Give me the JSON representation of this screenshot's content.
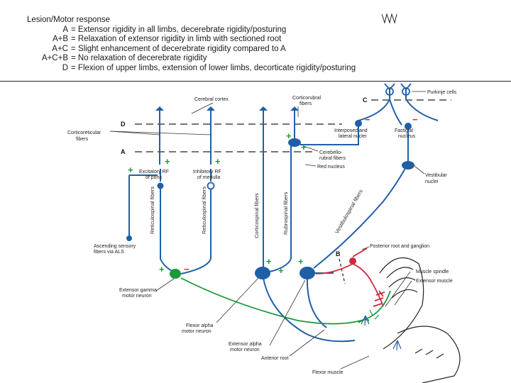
{
  "legend": {
    "title": "Lesion/Motor response",
    "items": [
      {
        "key": "A",
        "text": "Extensor rigidity in all limbs, decerebrate rigidity/posturing"
      },
      {
        "key": "A+B",
        "text": "Relaxation of extensor rigidity in limb with sectioned root"
      },
      {
        "key": "A+C",
        "text": "Slight enhancement of decerebrate rigidity compared to A"
      },
      {
        "key": "A+C+B",
        "text": "No relaxation of decerebrate rigidity"
      },
      {
        "key": "D",
        "text": "Flexion of upper limbs, extension of lower limbs, decorticate rigidity/posturing"
      }
    ],
    "separator": "="
  },
  "lesions": {
    "a": "A",
    "b": "B",
    "c": "C",
    "d": "D"
  },
  "labels": {
    "cerebral_cortex": "Cerebral cortex",
    "corticorubral_1": "Corticorubral",
    "corticorubral_2": "fibers",
    "purkinje": "Purkinje cells",
    "corticoreticular_1": "Corticoreticular",
    "corticoreticular_2": "fibers",
    "interposed_1": "Interposed and",
    "interposed_2": "lateral nuclei",
    "fastigial_1": "Fastigial",
    "fastigial_2": "nucleus",
    "cerebellorubral_1": "Cerebello-",
    "cerebellorubral_2": "rubral fibers",
    "red_nucleus": "Red nucleus",
    "excitatory_rf_1": "Excitatory RF",
    "excitatory_rf_2": "of pons",
    "inhibitory_rf_1": "Inhibitory RF",
    "inhibitory_rf_2": "of medulla",
    "vestibular_1": "Vestibular",
    "vestibular_2": "nuclei",
    "reticulospinal_1": "Reticulospinal fibers",
    "reticulospinal_2": "Reticulospinal fibers",
    "corticospinal": "Corticospinal fibers",
    "rubrospinal": "Rubrospinal fibers",
    "vestibulospinal": "Vestibulospinal fibers",
    "ascending_1": "Ascending sensory",
    "ascending_2": "fibers via ALS",
    "posterior_root": "Posterior root and ganglion",
    "muscle_spindle": "Muscle spindle",
    "extensor_muscle": "Extensor muscle",
    "extensor_gamma_1": "Extensor gamma",
    "extensor_gamma_2": "motor neuron",
    "flexor_alpha_1": "Flexor alpha",
    "flexor_alpha_2": "motor neuron",
    "extensor_alpha_1": "Extensor alpha",
    "extensor_alpha_2": "motor neuron",
    "anterior_root": "Anterior root",
    "flexor_muscle": "Flexor muscle"
  },
  "signs": {
    "plus": "+",
    "minus": "−"
  },
  "colors": {
    "pathway_blue": "#1f5fa8",
    "afferent_red": "#d0283c",
    "gamma_green": "#1a9a3a",
    "text_dark": "#1a1a1a"
  }
}
